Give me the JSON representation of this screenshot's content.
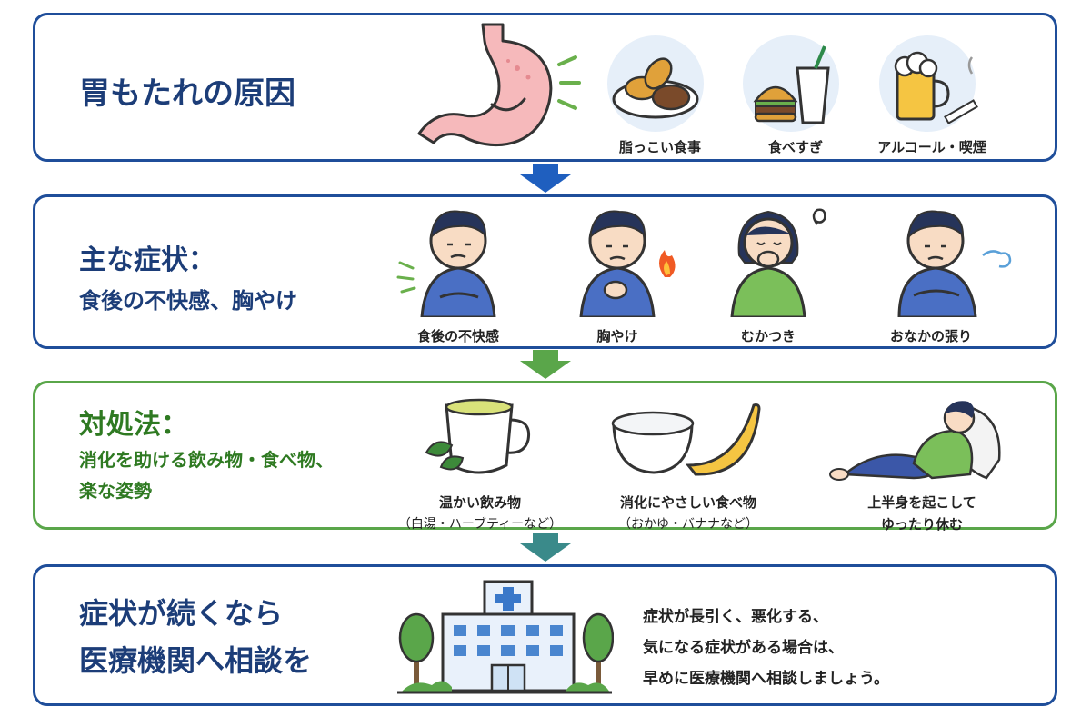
{
  "colors": {
    "navy": "#1f4e9a",
    "green": "#5aa64a",
    "teal": "#3a8a8a",
    "title_navy": "#1c3d78",
    "title_green": "#2f7a22"
  },
  "cause": {
    "title": "胃もたれの原因",
    "items": [
      {
        "label": "脂っこい食事",
        "icon": "fried-food-icon"
      },
      {
        "label": "食べすぎ",
        "icon": "burger-drink-icon"
      },
      {
        "label": "アルコール・喫煙",
        "icon": "beer-cigarette-icon"
      }
    ]
  },
  "symptoms": {
    "title": "主な症状：",
    "subtitle": "食後の不快感、胸やけ",
    "items": [
      {
        "label": "食後の不快感",
        "icon": "discomfort-person-icon"
      },
      {
        "label": "胸やけ",
        "icon": "heartburn-person-icon"
      },
      {
        "label": "むかつき",
        "icon": "nausea-person-icon"
      },
      {
        "label": "おなかの張り",
        "icon": "bloating-person-icon"
      }
    ]
  },
  "remedies": {
    "title": "対処法：",
    "subtitle_line1": "消化を助ける飲み物・食べ物、",
    "subtitle_line2": "楽な姿勢",
    "items": [
      {
        "label": "温かい飲み物",
        "sublabel": "（白湯・ハーブティーなど）",
        "icon": "warm-tea-icon"
      },
      {
        "label": "消化にやさしい食べ物",
        "sublabel": "（おかゆ・バナナなど）",
        "icon": "rice-banana-icon"
      },
      {
        "label": "上半身を起こして",
        "sublabel": "ゆったり休む",
        "icon": "reclining-person-icon"
      }
    ]
  },
  "hospital": {
    "title_line1": "症状が続くなら",
    "title_line2": "医療機関へ相談を",
    "icon": "hospital-icon",
    "body_lines": [
      "症状が長引く、悪化する、",
      "気になる症状がある場合は、",
      "早めに医療機関へ相談しましょう。"
    ]
  }
}
